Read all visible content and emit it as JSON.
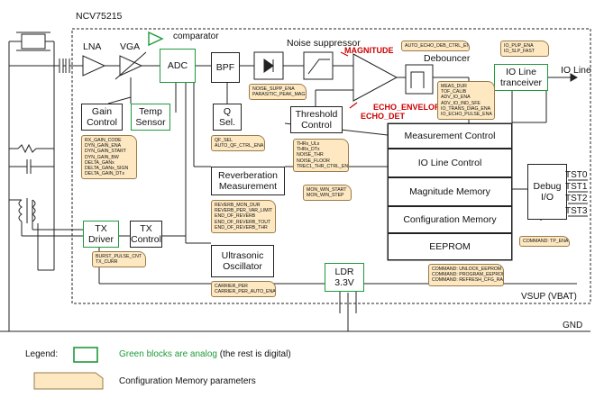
{
  "chip_name": "NCV75215",
  "blocks": {
    "lna": "LNA",
    "vga": "VGA",
    "adc": "ADC",
    "comparator": "comparator",
    "bpf": "BPF",
    "noise_suppressor": "Noise suppressor",
    "debouncer": "Debouncer",
    "io_line_transceiver_l1": "IO Line",
    "io_line_transceiver_l2": "tranceiver",
    "io_line": "IO Line",
    "gain_control_l1": "Gain",
    "gain_control_l2": "Control",
    "temp_sensor_l1": "Temp",
    "temp_sensor_l2": "Sensor",
    "q_sel_l1": "Q",
    "q_sel_l2": "Sel.",
    "threshold_control_l1": "Threshold",
    "threshold_control_l2": "Control",
    "measurement_control": "Measurement Control",
    "io_line_control": "IO Line Control",
    "magnitude_memory": "Magnitude Memory",
    "configuration_memory": "Configuration Memory",
    "eeprom": "EEPROM",
    "reverberation_l1": "Reverberation",
    "reverberation_l2": "Measurement",
    "tx_driver_l1": "TX",
    "tx_driver_l2": "Driver",
    "tx_control_l1": "TX",
    "tx_control_l2": "Control",
    "ultrasonic_l1": "Ultrasonic",
    "ultrasonic_l2": "Oscillator",
    "ldr_l1": "LDR",
    "ldr_l2": "3.3V",
    "debug_io_l1": "Debug",
    "debug_io_l2": "I/O"
  },
  "signals": {
    "magnitude": "MAGNITUDE",
    "echo_envelope": "ECHO_ENVELOPE",
    "echo_det": "ECHO_DET",
    "vsup": "VSUP   (VBAT)",
    "gnd": "GND",
    "tst0": "TST0",
    "tst1": "TST1",
    "tst2": "TST2",
    "tst3": "TST3"
  },
  "config_params": {
    "gain": [
      "RX_GAIN_CODE",
      "DYN_GAIN_ENA",
      "DYN_GAIN_START",
      "DYN_GAIN_BW",
      "DELTA_GANx",
      "DELTA_GANx_SIGN",
      "DELTA_GAIN_DTx"
    ],
    "noise": [
      "NOISE_SUPP_ENA",
      "PARASITIC_PEAK_MAG"
    ],
    "debouncer": [
      "AUTO_ECHO_DEB_CTRL_ENA"
    ],
    "io_line": [
      "IO_PUP_ENA",
      "IO_SLP_FAST"
    ],
    "meas": [
      "MEAS_DUR",
      "TOF_CALIB",
      "ADV_IO_ENA",
      "ADV_IO_IND_SFE",
      "IO_TRANS_DIAG_ENA",
      "IO_ECHO_PULSE_ENA"
    ],
    "q_sel": [
      "QF_SEL",
      "AUTO_QF_CTRL_ENA"
    ],
    "threshold": [
      "THRx_ULx",
      "THRx_DTx",
      "NOISE_THR",
      "NOISE_FLOOR",
      "TREC1_THR_CTRL_ENA"
    ],
    "reverb": [
      "REVERB_MON_DUR",
      "REVERB_PER_VAR_LIMIT",
      "END_OF_REVERB",
      "END_OF_REVERB_TOUT",
      "END_OF_REVERB_THR"
    ],
    "mon_win": [
      "MON_WIN_START",
      "MON_WIN_STEP"
    ],
    "tx": [
      "BURST_PULSE_CNT",
      "TX_CURR"
    ],
    "carrier": [
      "CARRIER_PER",
      "CARRIER_PER_AUTO_ENA"
    ],
    "eeprom_cmd": [
      "COMMAND: UNLOCK_EEPROM",
      "COMMAND: PROGRAM_EEPROM",
      "COMMAND: REFRESH_CFG_RAM"
    ],
    "debug_cmd": [
      "COMMAND: TP_ENA"
    ]
  },
  "legend": {
    "title": "Legend:",
    "analog_green": "Green blocks are analog",
    "analog_rest": " (the rest is digital)",
    "config": "Configuration Memory parameters"
  },
  "colors": {
    "analog_border": "#1f9a3b",
    "config_fill": "#fde8c2",
    "signal_red": "#cc0000"
  }
}
